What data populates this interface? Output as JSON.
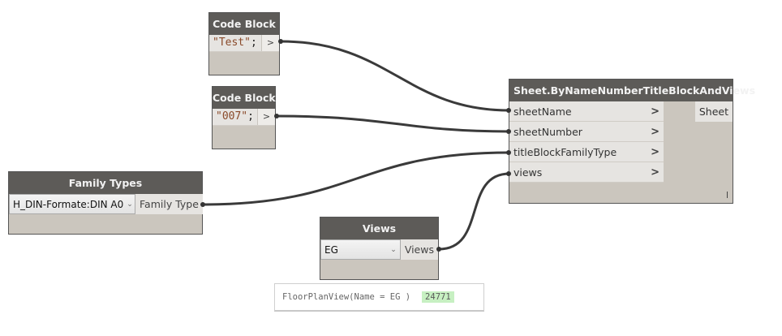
{
  "canvas": {
    "wire_color": "#3a3a3a",
    "node_header_color": "#5d5b58",
    "node_body_color": "#cbc6be"
  },
  "nodes": {
    "code_block_1": {
      "title": "Code Block",
      "code_string": "\"Test\"",
      "code_semicolon": ";",
      "output_glyph": ">"
    },
    "code_block_2": {
      "title": "Code Block",
      "code_string": "\"007\"",
      "code_semicolon": ";",
      "output_glyph": ">"
    },
    "family_types": {
      "title": "Family Types",
      "selected": "H_DIN-Formate:DIN A0",
      "dropdown_icon": "chevron-down-icon",
      "output": "Family Type"
    },
    "views": {
      "title": "Views",
      "selected": "EG",
      "dropdown_icon": "chevron-down-icon",
      "output": "Views"
    },
    "sheet": {
      "title": "Sheet.ByNameNumberTitleBlockAndViews",
      "inputs": [
        {
          "label": "sheetName",
          "glyph": ">"
        },
        {
          "label": "sheetNumber",
          "glyph": ">"
        },
        {
          "label": "titleBlockFamilyType",
          "glyph": ">"
        },
        {
          "label": "views",
          "glyph": ">"
        }
      ],
      "output": "Sheet",
      "lacing": "I"
    }
  },
  "preview": {
    "text": "FloorPlanView(Name = EG )",
    "element_id": "24771"
  },
  "wires": [
    {
      "from": "code_block_1.output",
      "to": "sheet.sheetName"
    },
    {
      "from": "code_block_2.output",
      "to": "sheet.sheetNumber"
    },
    {
      "from": "family_types.output",
      "to": "sheet.titleBlockFamilyType"
    },
    {
      "from": "views.output",
      "to": "sheet.views"
    }
  ]
}
